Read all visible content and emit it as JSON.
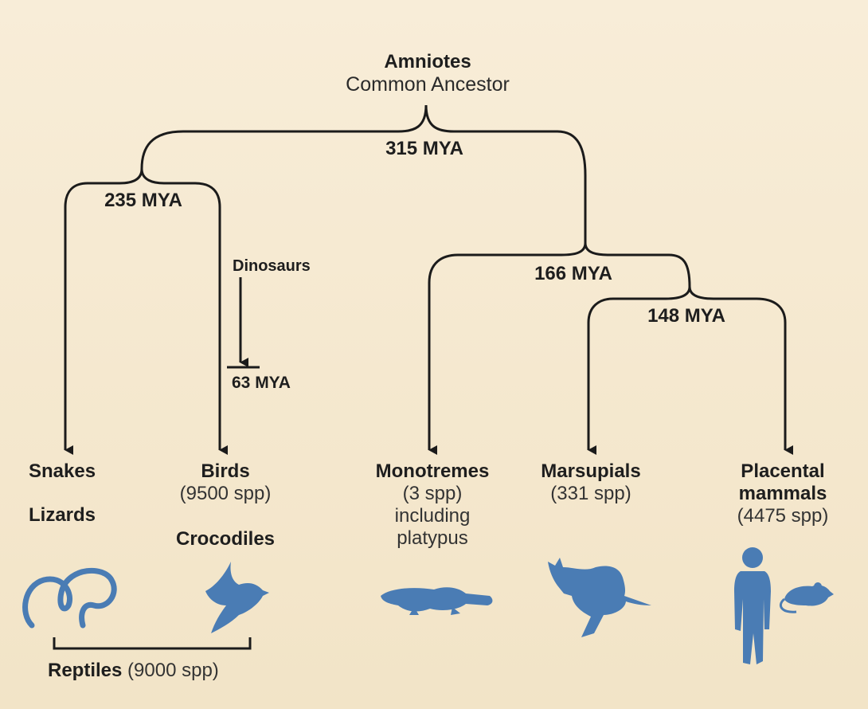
{
  "root": {
    "title": "Amniotes",
    "subtitle": "Common Ancestor"
  },
  "nodes": {
    "n315": "315 MYA",
    "n235": "235 MYA",
    "n166": "166 MYA",
    "n148": "148 MYA",
    "dinosaurs": "Dinosaurs",
    "extinction": "63 MYA"
  },
  "taxa": {
    "snakes": "Snakes",
    "lizards": "Lizards",
    "birds": "Birds",
    "birds_count": "(9500 spp)",
    "crocodiles": "Crocodiles",
    "monotremes": "Monotremes",
    "monotremes_count": "(3 spp)",
    "monotremes_note1": "including",
    "monotremes_note2": "platypus",
    "marsupials": "Marsupials",
    "marsupials_count": "(331 spp)",
    "placental1": "Placental",
    "placental2": "mammals",
    "placental_count": "(4475 spp)"
  },
  "group": {
    "reptiles": "Reptiles",
    "reptiles_count": "(9000 spp)"
  },
  "colors": {
    "line": "#1b1b1b",
    "silhouette": "#4a7cb4",
    "background": "#f6ead3"
  },
  "icons": [
    "snake-icon",
    "bird-icon",
    "platypus-icon",
    "kangaroo-icon",
    "human-icon",
    "mouse-icon"
  ]
}
